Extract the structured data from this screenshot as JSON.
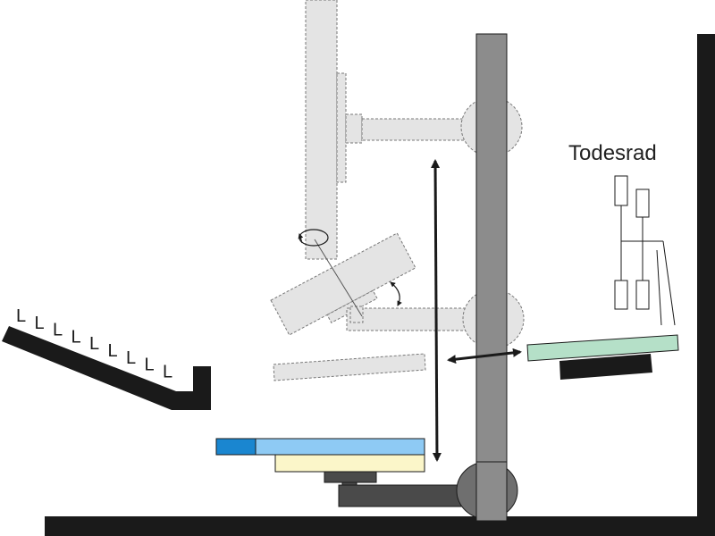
{
  "diagram": {
    "label_todesrad": "Todesrad",
    "tray_letter": "L",
    "tray_letter_count": 9,
    "colors": {
      "dark": "#1a1a1a",
      "post": "#8c8c8c",
      "light_gray": "#e4e4e4",
      "outline": "#777777",
      "blue": "#8ecaf4",
      "blue_dark": "#1a86d0",
      "cream": "#fbf6c9",
      "green": "#b5e0c8",
      "hub": "#6f6f6f"
    }
  }
}
